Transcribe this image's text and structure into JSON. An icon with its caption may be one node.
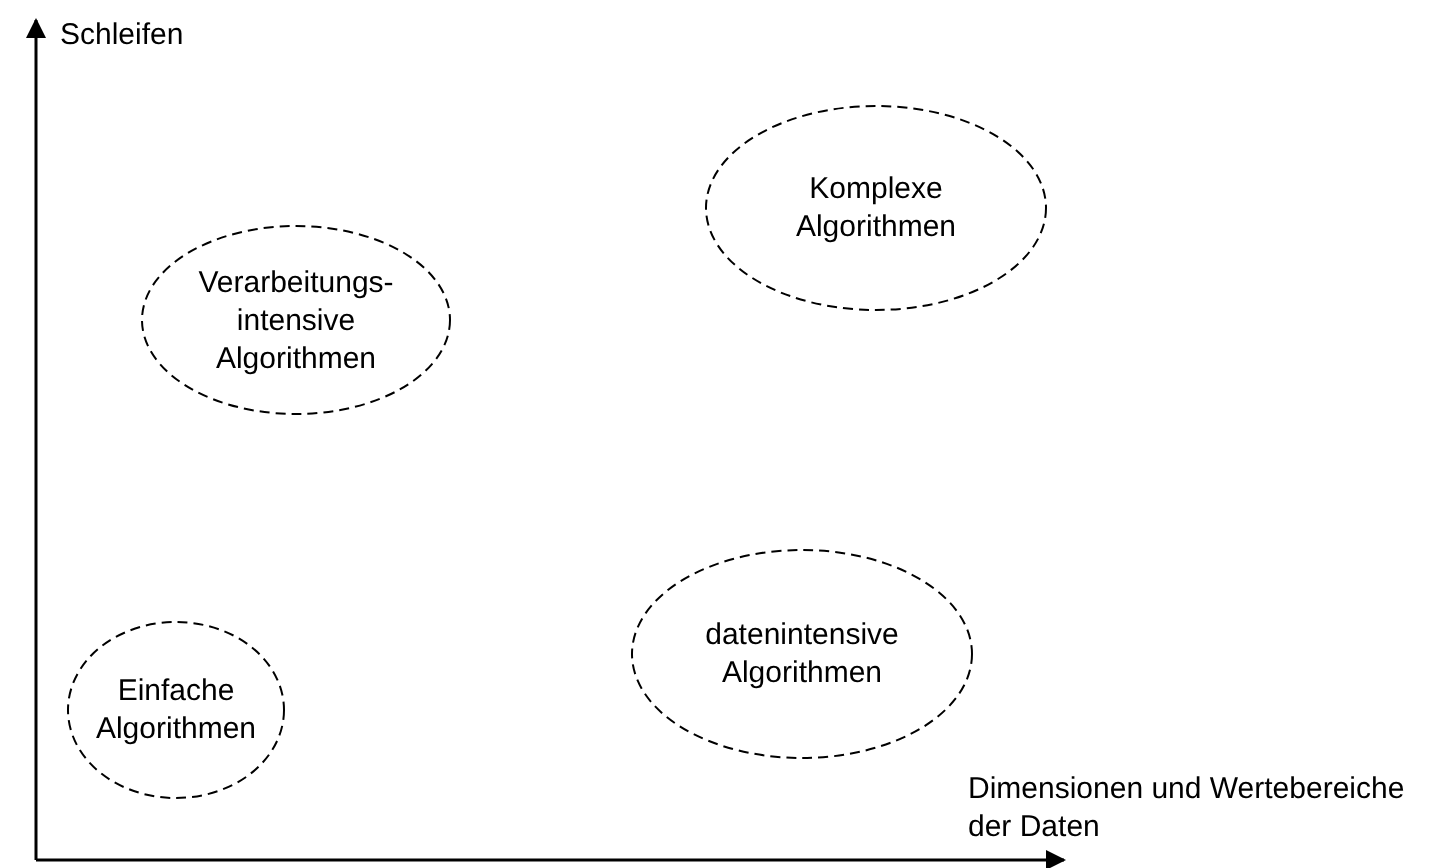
{
  "diagram": {
    "nodes": [
      {
        "text": [
          "Verarbeitungs- intensive Algorithmen"
        ]
      },
      {
        "text": [
          "Komplexe Algorithmen"
        ]
      },
      {
        "text": [
          "datenintensive Algorithmen"
        ]
      },
      {
        "text": [
          "Einfache Algorithmen"
        ]
      }
    ],
    "labels": [
      "Schleifen",
      "Dimensionen und Wertebereiche der Daten"
    ]
  }
}
